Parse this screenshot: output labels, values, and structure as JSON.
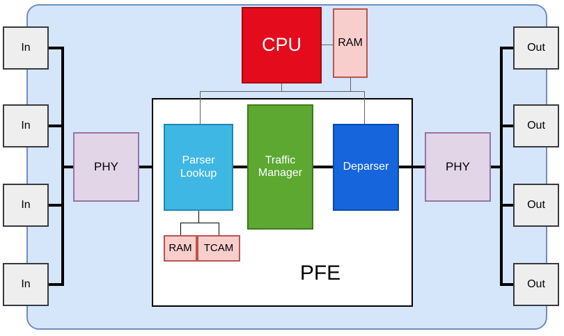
{
  "colors": {
    "chip_fill": "#d6e6fa",
    "chip_border": "#6c8ebf",
    "port_fill": "#eeeeee",
    "port_border": "#36393d",
    "phy_fill": "#e1d5e7",
    "phy_border": "#9673a6",
    "pfe_fill": "#ffffff",
    "pfe_border": "#000000",
    "parser_fill": "#3fb7e4",
    "traffic_fill": "#5ca831",
    "deparser_fill": "#1665dd",
    "cpu_fill": "#e30b1c",
    "ram_fill": "#f8cecc",
    "ram_border": "#b85450",
    "data_line": "#000000",
    "control_line": "#606060"
  },
  "diagram": {
    "inputs": [
      "In",
      "In",
      "In",
      "In"
    ],
    "outputs": [
      "Out",
      "Out",
      "Out",
      "Out"
    ],
    "phy_left": "PHY",
    "phy_right": "PHY",
    "cpu": "CPU",
    "cpu_ram": "RAM",
    "pfe_label": "PFE",
    "parser": "Parser Lookup",
    "traffic_manager": "Traffic Manager",
    "deparser": "Deparser",
    "ram": "RAM",
    "tcam": "TCAM"
  }
}
